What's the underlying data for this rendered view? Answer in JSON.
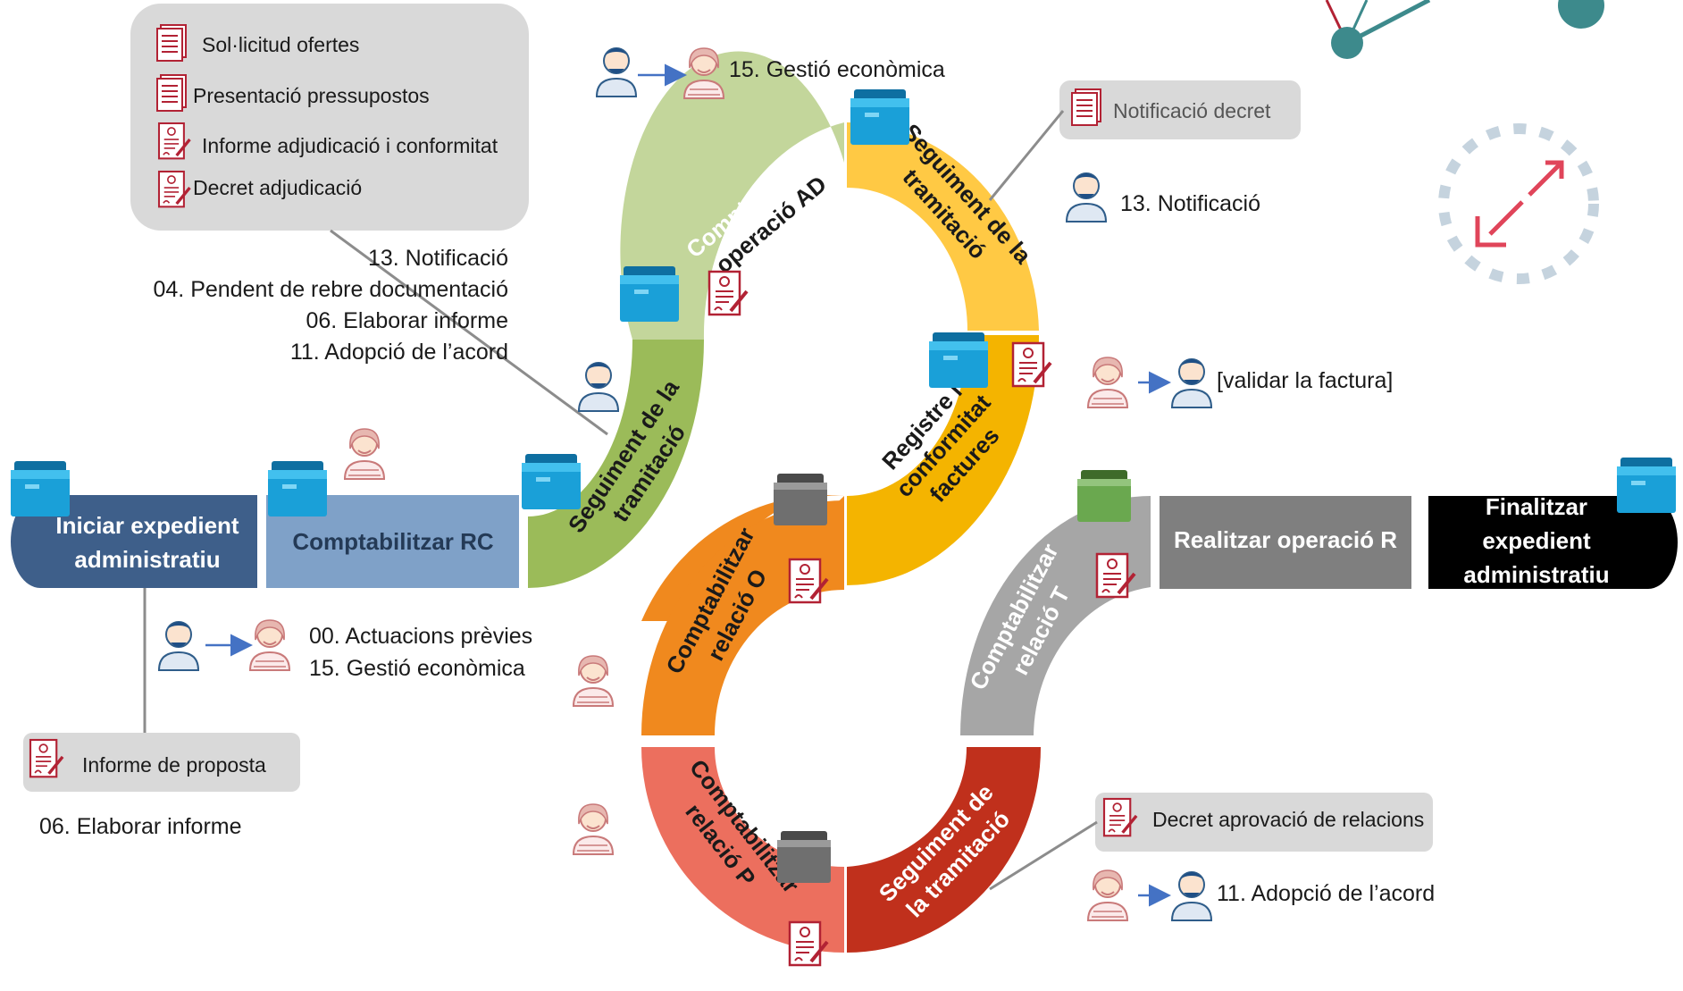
{
  "boxes": {
    "start": "Iniciar expedient administratiu",
    "start_l1": "Iniciar expedient",
    "start_l2": "administratiu",
    "rc": "Comptabilitzar RC",
    "op_r": "Realitzar operació R",
    "finish_l1": "Finalitzar",
    "finish_l2": "expedient",
    "finish_l3": "administratiu"
  },
  "segments": {
    "seg_green_1": "Seguiment de la",
    "seg_green_2": "tramitació",
    "seg_ad_1": "Comptabilitzar",
    "seg_ad_2": "operació AD",
    "seg_yellow_1": "Seguiment de la",
    "seg_yellow_2": "tramitació",
    "seg_reg_1": "Registre i",
    "seg_reg_2": "conformitat",
    "seg_reg_3": "factures",
    "seg_o_1": "Comptabilitzar",
    "seg_o_2": "relació O",
    "seg_t_1": "Comptabilitzar",
    "seg_t_2": "relació T",
    "seg_p_1": "Comptabilitzar",
    "seg_p_2": "relació P",
    "seg_red_1": "Seguiment de",
    "seg_red_2": "la tramitació"
  },
  "docs_top": [
    "Sol·licitud ofertes",
    "Presentació pressupostos",
    "Informe adjudicació i conformitat",
    "Decret adjudicació"
  ],
  "states_top": [
    "13. Notificació",
    "04. Pendent de rebre documentació",
    "06. Elaborar informe",
    "11. Adopció de l’acord"
  ],
  "labels": {
    "gestio_top": "15. Gestió econòmica",
    "notificacio_decret": "Notificació decret",
    "notificacio_13": "13. Notificació",
    "validar": "[validar la factura]",
    "actuacions": "00. Actuacions prèvies",
    "gestio_bottom": "15. Gestió econòmica",
    "informe_proposta": "Informe de proposta",
    "elaborar": "06. Elaborar informe",
    "decret_relacions": "Decret aprovació de relacions",
    "adopcio": "11. Adopció de l’acord"
  },
  "colors": {
    "start": "#3e5f8a",
    "rc": "#7fa1c8",
    "green": "#9bbb59",
    "light_green": "#c3d69b",
    "yellow": "#ffc944",
    "amber": "#f4b400",
    "orange": "#f0891e",
    "gray": "#a6a6a6",
    "salmon": "#ec6f5e",
    "red": "#c0301c",
    "dark_gray": "#7f7f7f",
    "black": "#000000",
    "callout": "#d9d9d9",
    "folder_blue": "#1aa0d8",
    "doc_red": "#b22234"
  }
}
